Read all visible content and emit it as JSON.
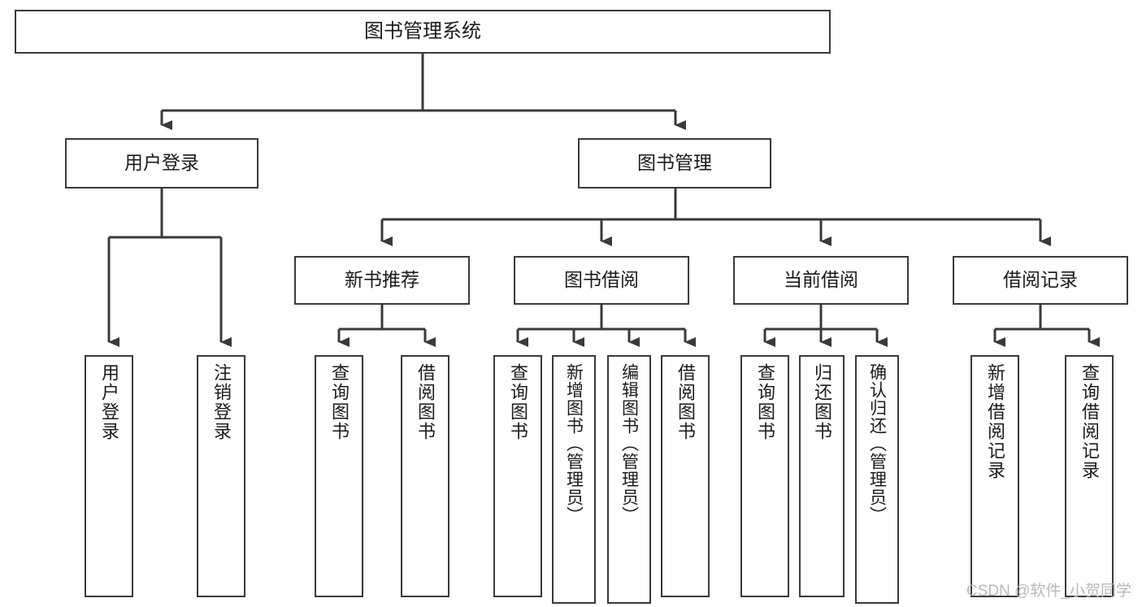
{
  "diagram": {
    "type": "tree-hierarchy",
    "title": "图书管理系统",
    "watermark": "CSDN @软件_小贺同学",
    "colors": {
      "box_border": "#3a3a3a",
      "box_fill": "#ffffff",
      "connector": "#3a3a3a",
      "text": "#1b1b1b",
      "watermark": "#b9b9b9",
      "background": "#ffffff"
    },
    "nodes": {
      "root": {
        "label": "图书管理系统"
      },
      "level2": [
        {
          "id": "user-login",
          "label": "用户登录"
        },
        {
          "id": "book-management",
          "label": "图书管理"
        }
      ],
      "level3": [
        {
          "id": "new-book-recommend",
          "label": "新书推荐"
        },
        {
          "id": "book-borrow",
          "label": "图书借阅"
        },
        {
          "id": "current-borrow",
          "label": "当前借阅"
        },
        {
          "id": "borrow-record",
          "label": "借阅记录"
        }
      ],
      "leaves": {
        "user-login": [
          {
            "id": "leaf-user-login",
            "label": "用户登录"
          },
          {
            "id": "leaf-logout-login",
            "label": "注销登录"
          }
        ],
        "new-book-recommend": [
          {
            "id": "leaf-query-book-1",
            "label": "查询图书"
          },
          {
            "id": "leaf-borrow-book-1",
            "label": "借阅图书"
          }
        ],
        "book-borrow": [
          {
            "id": "leaf-query-book-2",
            "label": "查询图书"
          },
          {
            "id": "leaf-add-book-admin",
            "label": "新增图书（管理员）"
          },
          {
            "id": "leaf-edit-book-admin",
            "label": "编辑图书（管理员）"
          },
          {
            "id": "leaf-borrow-book-2",
            "label": "借阅图书"
          }
        ],
        "current-borrow": [
          {
            "id": "leaf-query-book-3",
            "label": "查询图书"
          },
          {
            "id": "leaf-return-book",
            "label": "归还图书"
          },
          {
            "id": "leaf-confirm-return-admin",
            "label": "确认归还（管理员）"
          }
        ],
        "borrow-record": [
          {
            "id": "leaf-add-borrow-record",
            "label": "新增借阅记录"
          },
          {
            "id": "leaf-query-borrow-record",
            "label": "查询借阅记录"
          }
        ]
      }
    }
  }
}
